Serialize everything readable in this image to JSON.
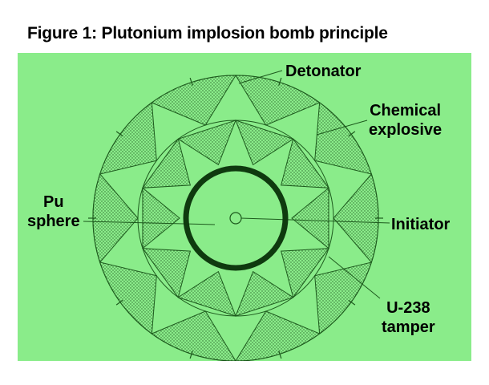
{
  "title": "Figure 1: Plutonium implosion bomb principle",
  "labels": {
    "detonator": "Detonator",
    "chemical_1": "Chemical",
    "chemical_2": "explosive",
    "pu_1": "Pu",
    "pu_2": "sphere",
    "initiator": "Initiator",
    "tamper_1": "U-238",
    "tamper_2": "tamper"
  },
  "colors": {
    "panel": "#8aec8a",
    "ink": "#1d5a1d",
    "sphere": "#0f3a0f",
    "background": "#ffffff"
  }
}
